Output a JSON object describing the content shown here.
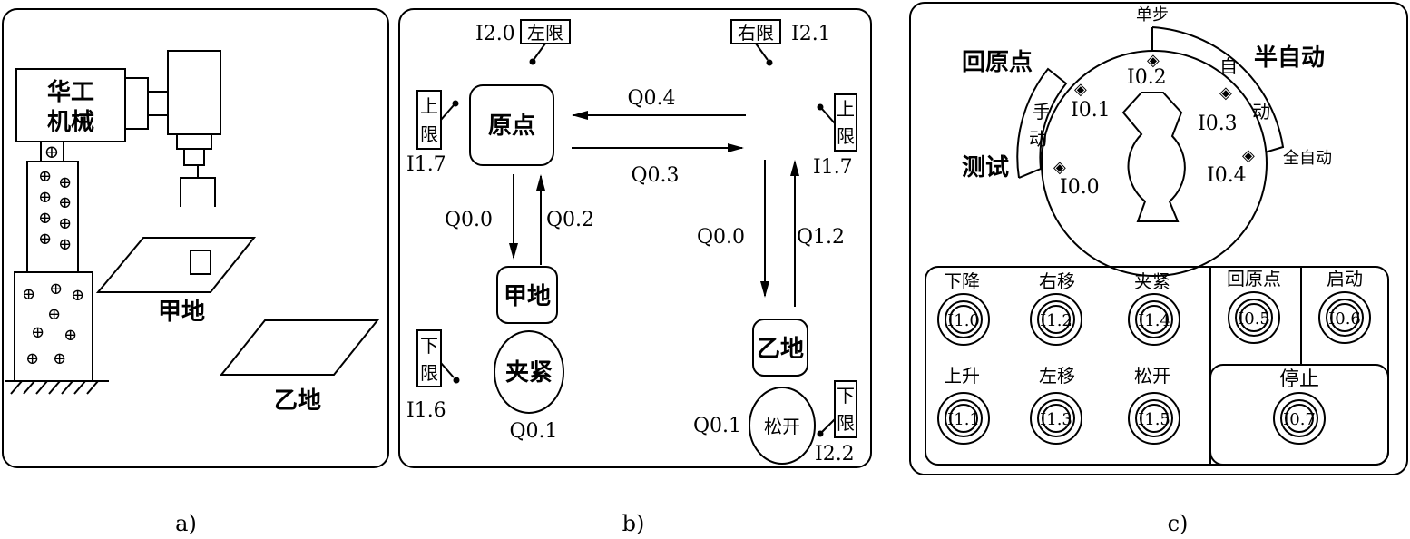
{
  "panel_a": {
    "caption": "a)",
    "machine_label_1": "华工",
    "machine_label_2": "机械",
    "site_a": "甲地",
    "site_b": "乙地"
  },
  "panel_b": {
    "caption": "b)",
    "left_limit_addr": "I2.0",
    "left_limit": "左限",
    "right_limit": "右限",
    "right_limit_addr": "I2.1",
    "upper_limit_left_1": "上",
    "upper_limit_left_2": "限",
    "upper_limit_left_addr": "I1.7",
    "upper_limit_right_1": "上",
    "upper_limit_right_2": "限",
    "upper_limit_right_addr": "I1.7",
    "lower_limit_left_1": "下",
    "lower_limit_left_2": "限",
    "lower_limit_left_addr": "I1.6",
    "lower_limit_right_1": "下",
    "lower_limit_right_2": "限",
    "lower_limit_right_addr": "I2.2",
    "origin": "原点",
    "site_a": "甲地",
    "site_b": "乙地",
    "clamp": "夹紧",
    "release": "松开",
    "out_q04": "Q0.4",
    "out_q03": "Q0.3",
    "out_q00_left": "Q0.0",
    "out_q02": "Q0.2",
    "out_q00_right": "Q0.0",
    "out_q12": "Q1.2",
    "out_q01_left": "Q0.1",
    "out_q01_right": "Q0.1"
  },
  "panel_c": {
    "caption": "c)",
    "mode_single_step": "单步",
    "mode_return_origin": "回原点",
    "mode_semi_auto": "半自动",
    "mode_test": "测试",
    "manual_1": "手",
    "manual_2": "动",
    "auto_1": "自",
    "auto_2": "动",
    "full_auto": "全自动",
    "sw_i00": "I0.0",
    "sw_i01": "I0.1",
    "sw_i02": "I0.2",
    "sw_i03": "I0.3",
    "sw_i04": "I0.4",
    "buttons": [
      {
        "label": "下降",
        "addr": "I1.0"
      },
      {
        "label": "右移",
        "addr": "I1.2"
      },
      {
        "label": "夹紧",
        "addr": "I1.4"
      },
      {
        "label": "上升",
        "addr": "I1.1"
      },
      {
        "label": "左移",
        "addr": "I1.3"
      },
      {
        "label": "松开",
        "addr": "I1.5"
      },
      {
        "label": "回原点",
        "addr": "I0.5"
      },
      {
        "label": "启动",
        "addr": "I0.6"
      },
      {
        "label": "停止",
        "addr": "I0.7"
      }
    ]
  },
  "colors": {
    "line": "#000000",
    "background": "#ffffff"
  }
}
